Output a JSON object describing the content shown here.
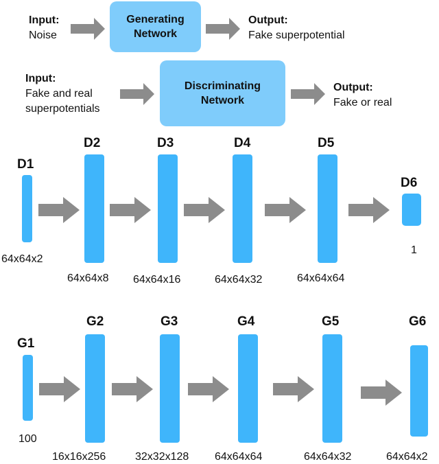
{
  "generator_flow": {
    "input_title": "Input:",
    "input_text": "Noise",
    "box_line1": "Generating",
    "box_line2": "Network",
    "output_title": "Output:",
    "output_text": "Fake superpotential"
  },
  "discriminator_flow": {
    "input_title": "Input:",
    "input_line1": "Fake and real",
    "input_line2": "superpotentials",
    "box_line1": "Discriminating",
    "box_line2": "Network",
    "output_title": "Output:",
    "output_text": "Fake or real"
  },
  "discriminator_layers": [
    {
      "name": "D1",
      "size": "64x64x2"
    },
    {
      "name": "D2",
      "size": "64x64x8"
    },
    {
      "name": "D3",
      "size": "64x64x16"
    },
    {
      "name": "D4",
      "size": "64x64x32"
    },
    {
      "name": "D5",
      "size": "64x64x64"
    },
    {
      "name": "D6",
      "size": "1"
    }
  ],
  "generator_layers": [
    {
      "name": "G1",
      "size": "100"
    },
    {
      "name": "G2",
      "size": "16x16x256"
    },
    {
      "name": "G3",
      "size": "32x32x128"
    },
    {
      "name": "G4",
      "size": "64x64x64"
    },
    {
      "name": "G5",
      "size": "64x64x32"
    },
    {
      "name": "G6",
      "size": "64x64x2"
    }
  ],
  "colors": {
    "network_box": "#7fccfb",
    "layer_bar": "#3fb5fb",
    "arrow": "#8c8c8c"
  }
}
